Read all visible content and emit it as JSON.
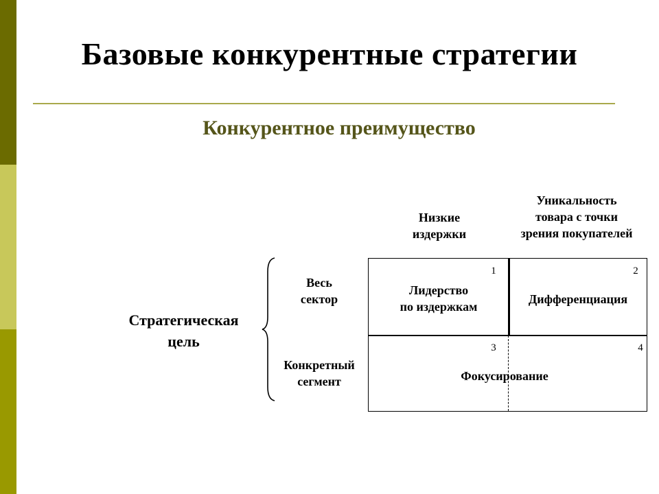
{
  "slide": {
    "title": "Базовые конкурентные стратегии",
    "subtitle": "Конкурентное преимущество"
  },
  "matrix": {
    "columns": [
      "Низкие\nиздержки",
      "Уникальность\nтовара с точки\nзрения покупателей"
    ],
    "rows": [
      "Весь\nсектор",
      "Конкретный\nсегмент"
    ],
    "side_label": "Стратегическая\nцель",
    "cells": [
      {
        "number": "1",
        "text": "Лидерство\nпо издержкам"
      },
      {
        "number": "2",
        "text": "Дифференциация"
      },
      {
        "number": "3",
        "text": ""
      },
      {
        "number": "4",
        "text": ""
      }
    ],
    "bottom_merged_text": "Фокусирование"
  },
  "colors": {
    "sidebar_dark": "#6b6b00",
    "sidebar_light": "#c8c85a",
    "sidebar_mid": "#999900",
    "rule": "#a9a94b",
    "subtitle": "#55551a"
  }
}
